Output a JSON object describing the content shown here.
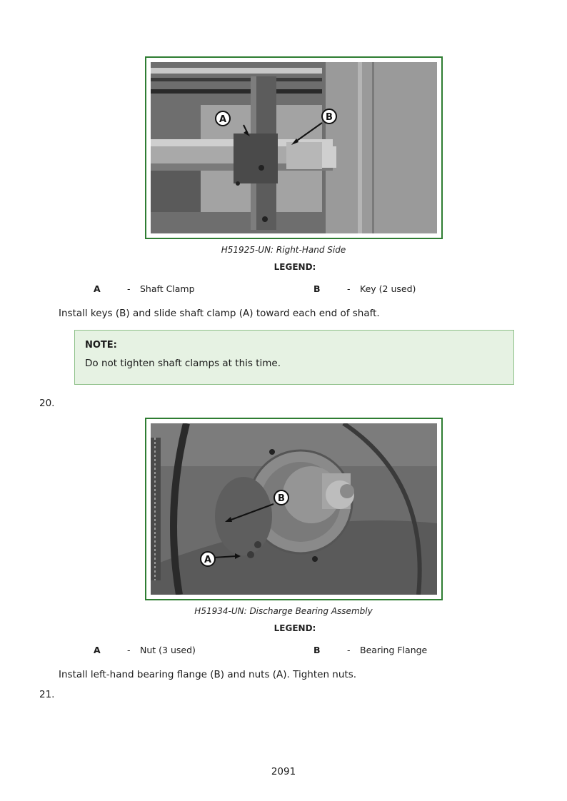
{
  "figures": [
    {
      "caption": "H51925-UN: Right-Hand Side",
      "callouts": [
        "A",
        "B"
      ],
      "legend_title": "LEGEND:",
      "legend": [
        {
          "key": "A",
          "sep": "-",
          "desc": "Shaft Clamp"
        },
        {
          "key": "B",
          "sep": "-",
          "desc": "Key (2 used)"
        }
      ],
      "instruction": "Install keys (B) and slide shaft clamp (A) toward each end of shaft."
    },
    {
      "caption": "H51934-UN: Discharge Bearing Assembly",
      "callouts": [
        "A",
        "B"
      ],
      "legend_title": "LEGEND:",
      "legend": [
        {
          "key": "A",
          "sep": "-",
          "desc": "Nut (3 used)"
        },
        {
          "key": "B",
          "sep": "-",
          "desc": "Bearing Flange"
        }
      ],
      "instruction": "Install left-hand bearing flange (B) and nuts (A). Tighten nuts."
    }
  ],
  "note": {
    "title": "NOTE:",
    "text": "Do not tighten shaft clamps at this time."
  },
  "steps": [
    "20.",
    "21."
  ],
  "page_number": "2091",
  "colors": {
    "figure_border": "#2e7d32",
    "note_background": "#e6f2e3",
    "note_border": "#8fc18a"
  }
}
